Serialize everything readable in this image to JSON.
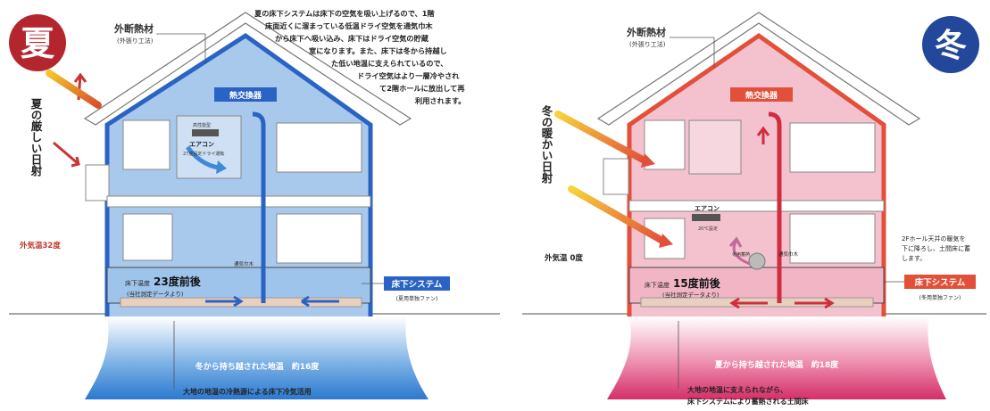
{
  "summer": {
    "badge": "夏",
    "insulation_title": "外断熱材",
    "insulation_sub": "(外張り工法)",
    "description_lines": [
      "夏の床下システムは床下の空気を吸い上げるので、1階",
      "床面近くに溜まっている低温ドライ空気を通気巾木",
      "から床下へ吸い込み、床下はドライ空気の貯蔵",
      "室になります。また、床下は冬から持越し",
      "た低い地温に支えられているので、",
      "ドライ空気はより一層冷やされ",
      "て2階ホールに放出して再",
      "利用されます。"
    ],
    "sun_text": "夏の厳しい日射",
    "heat_exchanger": "熱交換器",
    "ac_top": "高性能型",
    "ac_label": "エアコン",
    "ac_sub": "27度設定ドライ運転",
    "outside_temp": "外気温32度",
    "baseboard": "通気巾木",
    "underfloor_prefix": "床下温度",
    "underfloor_value": "23度前後",
    "underfloor_note": "(当社測定データより)",
    "system_label": "床下システム",
    "system_sub": "(夏用単独ファン)",
    "ground_text": "冬から持ち越された地温　約16度",
    "ground_note": "大地の地温の冷熱源による床下冷気活用"
  },
  "winter": {
    "badge": "冬",
    "insulation_title": "外断熱材",
    "insulation_sub": "(外張り工法)",
    "sun_text": "冬の暖かい日射",
    "heat_exchanger": "熱交換器",
    "ac_label": "エアコン",
    "ac_sub": "20℃設定",
    "outside_temp": "外気温 0度",
    "note_lines": [
      "2Fホール天井の暖気を",
      "下に降ろし、土間床に蓄",
      "します。"
    ],
    "heater_label": "冬用蓄熱",
    "baseboard": "通気巾木",
    "underfloor_prefix": "床下温度",
    "underfloor_value": "15度前後",
    "underfloor_note": "(当社測定データより)",
    "system_label": "床下システム",
    "system_sub": "(冬用単独ファン)",
    "ground_text": "夏から持ち越された地温　約18度",
    "ground_note_lines": [
      "大地の地温に支えられながら、",
      "床下システムにより蓄熱される土間床"
    ]
  },
  "colors": {
    "summer_badge": "#b3262d",
    "winter_badge": "#23479a",
    "summer_fill": "#a9c9ec",
    "summer_wall": "#2a63c4",
    "summer_ground": "#3d8bd8",
    "winter_fill": "#f4c2cf",
    "winter_wall": "#e2503a",
    "winter_ground": "#d9386c",
    "ground_text_color": "#ffffff"
  }
}
